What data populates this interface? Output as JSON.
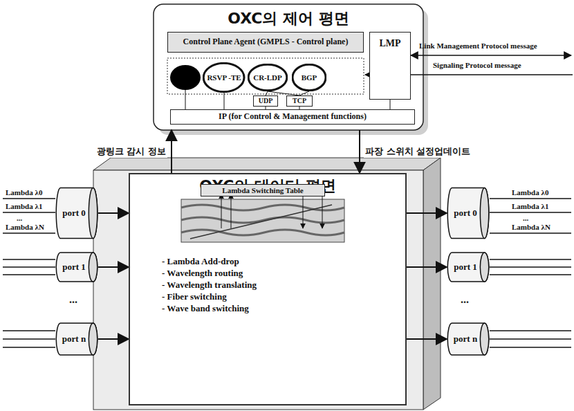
{
  "diagram": {
    "nodes": [
      {
        "text": [
          "OXC의 제어 평면"
        ]
      },
      {
        "text": [
          "Control Plane Agent (GMPLS - Control plane)"
        ],
        "in": 0
      },
      {
        "text": [
          "RSVP -TE"
        ],
        "in": 0
      },
      {
        "text": [
          "CR-LDP"
        ],
        "in": 0
      },
      {
        "text": [
          "BGP"
        ],
        "in": 0
      },
      {
        "text": [
          "UDP"
        ],
        "in": 0
      },
      {
        "text": [
          "TCP"
        ],
        "in": 0
      },
      {
        "text": [
          "IP (for Control & Management functions)"
        ],
        "in": 0
      },
      {
        "text": [
          "LMP"
        ],
        "in": 0
      },
      {
        "text": [
          "OXC의 데이터 평면",
          "- Lambda Add-drop",
          "- Wavelength routing",
          "- Wavelength translating",
          "- Fiber switching",
          "- Wave band switching"
        ]
      },
      {
        "text": [
          "Lambda Switching Table"
        ],
        "in": 9
      },
      {
        "text": [
          "port 0"
        ]
      },
      {
        "text": [
          "port 1"
        ]
      },
      {
        "text": [
          "port n"
        ]
      },
      {
        "text": [
          "port 0"
        ]
      },
      {
        "text": [
          "port 1"
        ]
      },
      {
        "text": [
          "port n"
        ]
      }
    ],
    "edges": [
      {
        "from": 2,
        "to": 7,
        "arrow": "none"
      },
      {
        "from": 3,
        "to": 5,
        "arrow": "none"
      },
      {
        "from": 3,
        "to": 6,
        "arrow": "none"
      },
      {
        "from": 4,
        "to": 6,
        "arrow": "none"
      },
      {
        "from": 5,
        "to": 7,
        "arrow": "none"
      },
      {
        "from": 6,
        "to": 7,
        "arrow": "none"
      },
      {
        "from": 8,
        "to": 7,
        "arrow": "none"
      },
      {
        "from": 9,
        "to": 0,
        "label": "광링크 감시 정보",
        "arrow": "to"
      },
      {
        "from": 0,
        "to": 9,
        "label": "파장 스위치 설정업데이트",
        "arrow": "to"
      },
      {
        "from": 11,
        "to": 9,
        "arrow": "to"
      },
      {
        "from": 12,
        "to": 9,
        "arrow": "to"
      },
      {
        "from": 13,
        "to": 9,
        "arrow": "to"
      },
      {
        "from": 9,
        "to": 14,
        "arrow": "to"
      },
      {
        "from": 9,
        "to": 15,
        "arrow": "to"
      },
      {
        "from": 9,
        "to": 16,
        "arrow": "to"
      }
    ],
    "labels": [
      "Link Management Protocol message",
      "Signaling Protocol message",
      "Lambda λ0",
      "Lambda λ1",
      "...",
      "Lambda λN",
      "Lambda λ0",
      "Lambda λ1",
      "...",
      "Lambda λN",
      "...",
      "..."
    ]
  }
}
